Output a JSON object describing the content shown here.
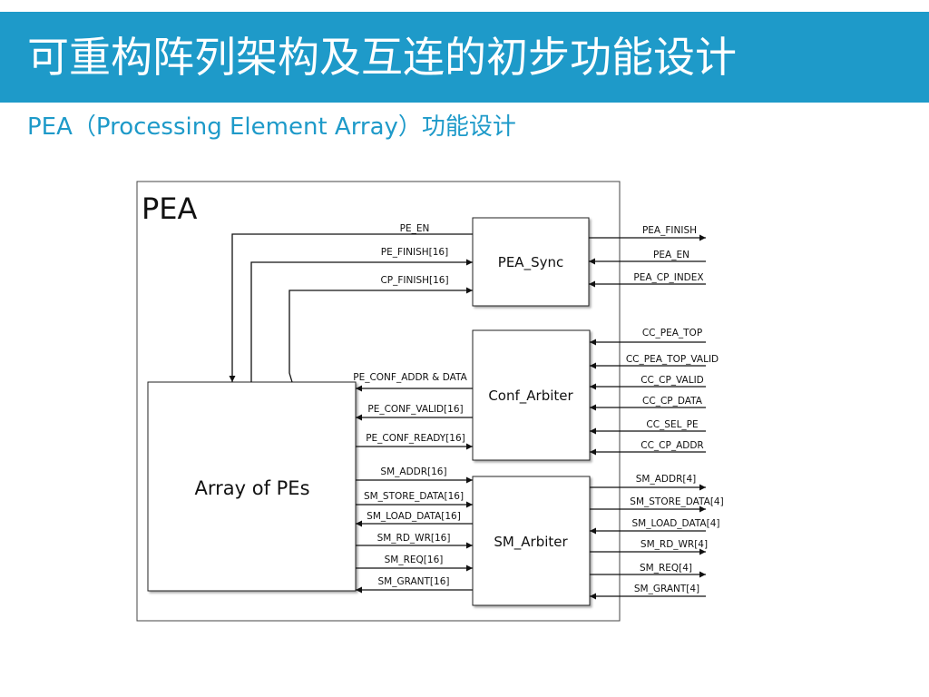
{
  "slide": {
    "title": "可重构阵列架构及互连的初步功能设计",
    "subtitle": "PEA（Processing Element Array）功能设计"
  },
  "diagram": {
    "container_label": "PEA",
    "blocks": {
      "array": "Array of PEs",
      "pea_sync": "PEA_Sync",
      "conf_arbiter": "Conf_Arbiter",
      "sm_arbiter": "SM_Arbiter"
    },
    "signals": {
      "pe_en": "PE_EN",
      "pe_finish": "PE_FINISH[16]",
      "cp_finish": "CP_FINISH[16]",
      "pe_conf_addr_data": "PE_CONF_ADDR & DATA",
      "pe_conf_valid": "PE_CONF_VALID[16]",
      "pe_conf_ready": "PE_CONF_READY[16]",
      "sm_addr": "SM_ADDR[16]",
      "sm_store_data": "SM_STORE_DATA[16]",
      "sm_load_data": "SM_LOAD_DATA[16]",
      "sm_rd_wr": "SM_RD_WR[16]",
      "sm_req": "SM_REQ[16]",
      "sm_grant": "SM_GRANT[16]",
      "pea_finish": "PEA_FINISH",
      "pea_en": "PEA_EN",
      "pea_cp_index": "PEA_CP_INDEX",
      "cc_pea_top": "CC_PEA_TOP",
      "cc_pea_top_valid": "CC_PEA_TOP_VALID",
      "cc_cp_valid": "CC_CP_VALID",
      "cc_cp_data": "CC_CP_DATA",
      "cc_sel_pe": "CC_SEL_PE",
      "cc_cp_addr": "CC_CP_ADDR",
      "sm_addr_out": "SM_ADDR[4]",
      "sm_store_data_out": "SM_STORE_DATA[4]",
      "sm_load_data_out": "SM_LOAD_DATA[4]",
      "sm_rd_wr_out": "SM_RD_WR[4]",
      "sm_req_out": "SM_REQ[4]",
      "sm_grant_out": "SM_GRANT[4]"
    }
  },
  "colors": {
    "title_bar": "#1e9ac9",
    "subtitle_text": "#1e9ac9",
    "line": "#111111"
  }
}
